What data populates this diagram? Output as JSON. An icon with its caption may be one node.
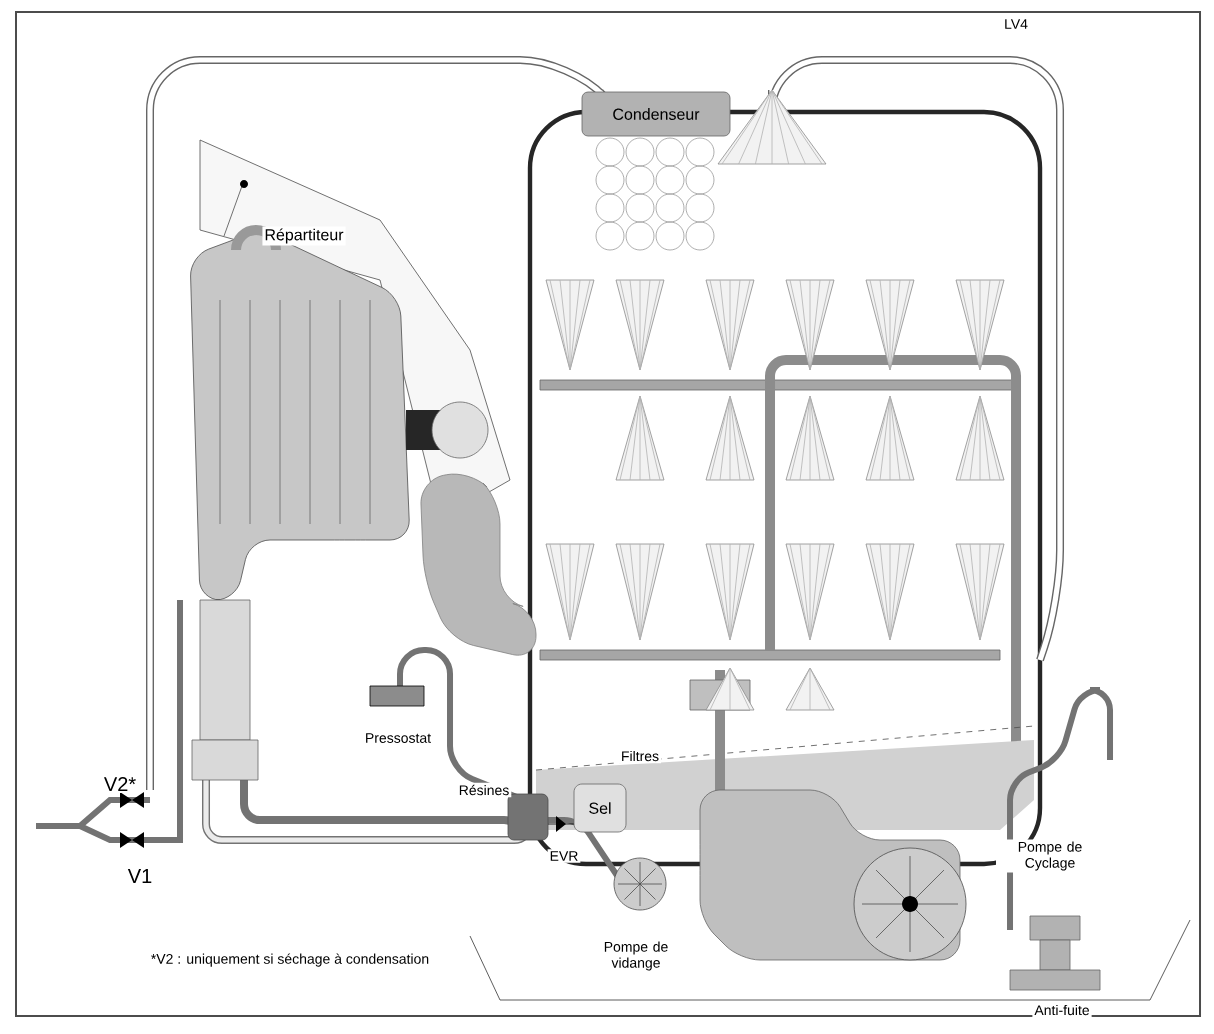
{
  "diagram": {
    "nodes": [
      {
        "text": [
          "Condenseur"
        ]
      },
      {
        "text": [
          "Sel"
        ]
      }
    ],
    "labels": [
      "LV4",
      "Répartiteur",
      "Pressostat",
      "Résines",
      "EVR",
      "Filtres",
      "V2*",
      "V1",
      "Pompe de vidange",
      "Pompe de Cyclage",
      "Anti-fuite",
      "*V2 : uniquement si séchage à condensation"
    ]
  }
}
